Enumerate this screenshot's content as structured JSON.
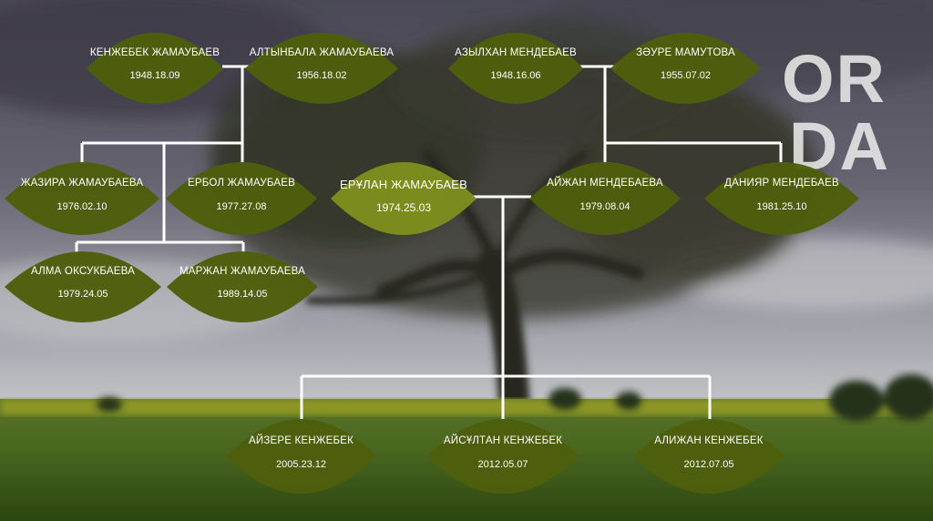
{
  "logo": {
    "line1": "OR",
    "line2": "DA"
  },
  "members": [
    {
      "id": "kenzhebek",
      "name": "КЕНЖЕБЕК ЖАМАУБАЕВ",
      "date": "1948.18.09"
    },
    {
      "id": "altynbala",
      "name": "АЛТЫНБАЛА ЖАМАУБАЕВА",
      "date": "1956.18.02"
    },
    {
      "id": "azylkhan",
      "name": "АЗЫЛХАН МЕНДЕБАЕВ",
      "date": "1948.16.06"
    },
    {
      "id": "zaure",
      "name": "ЗӘУРЕ МАМУТОВА",
      "date": "1955.07.02"
    },
    {
      "id": "zhazira",
      "name": "ЖАЗИРА ЖАМАУБАЕВА",
      "date": "1976.02.10"
    },
    {
      "id": "erbol",
      "name": "ЕРБОЛ ЖАМАУБАЕВ",
      "date": "1977.27.08"
    },
    {
      "id": "erulan",
      "name": "ЕРҰЛАН ЖАМАУБАЕВ",
      "date": "1974.25.03"
    },
    {
      "id": "aizhan",
      "name": "АЙЖАН МЕНДЕБАЕВА",
      "date": "1979.08.04"
    },
    {
      "id": "daniyar",
      "name": "ДАНИЯР МЕНДЕБАЕВ",
      "date": "1981.25.10"
    },
    {
      "id": "alma",
      "name": "АЛМА ОКСУКБАЕВА",
      "date": "1979.24.05"
    },
    {
      "id": "marzhan",
      "name": "МАРЖАН ЖАМАУБАЕВА",
      "date": "1989.14.05"
    },
    {
      "id": "aizere",
      "name": "АЙЗЕРЕ КЕНЖЕБЕК",
      "date": "2005.23.12"
    },
    {
      "id": "aisultan",
      "name": "АЙСҰЛТАН КЕНЖЕБЕК",
      "date": "2012.05.07"
    },
    {
      "id": "alizhan",
      "name": "АЛИЖАН КЕНЖЕБЕК",
      "date": "2012.07.05"
    }
  ],
  "colors": {
    "leaf": "#4d5e0c",
    "leaf_highlight": "#7e8d1e",
    "connector": "#ffffff",
    "text": "#ffffff"
  }
}
